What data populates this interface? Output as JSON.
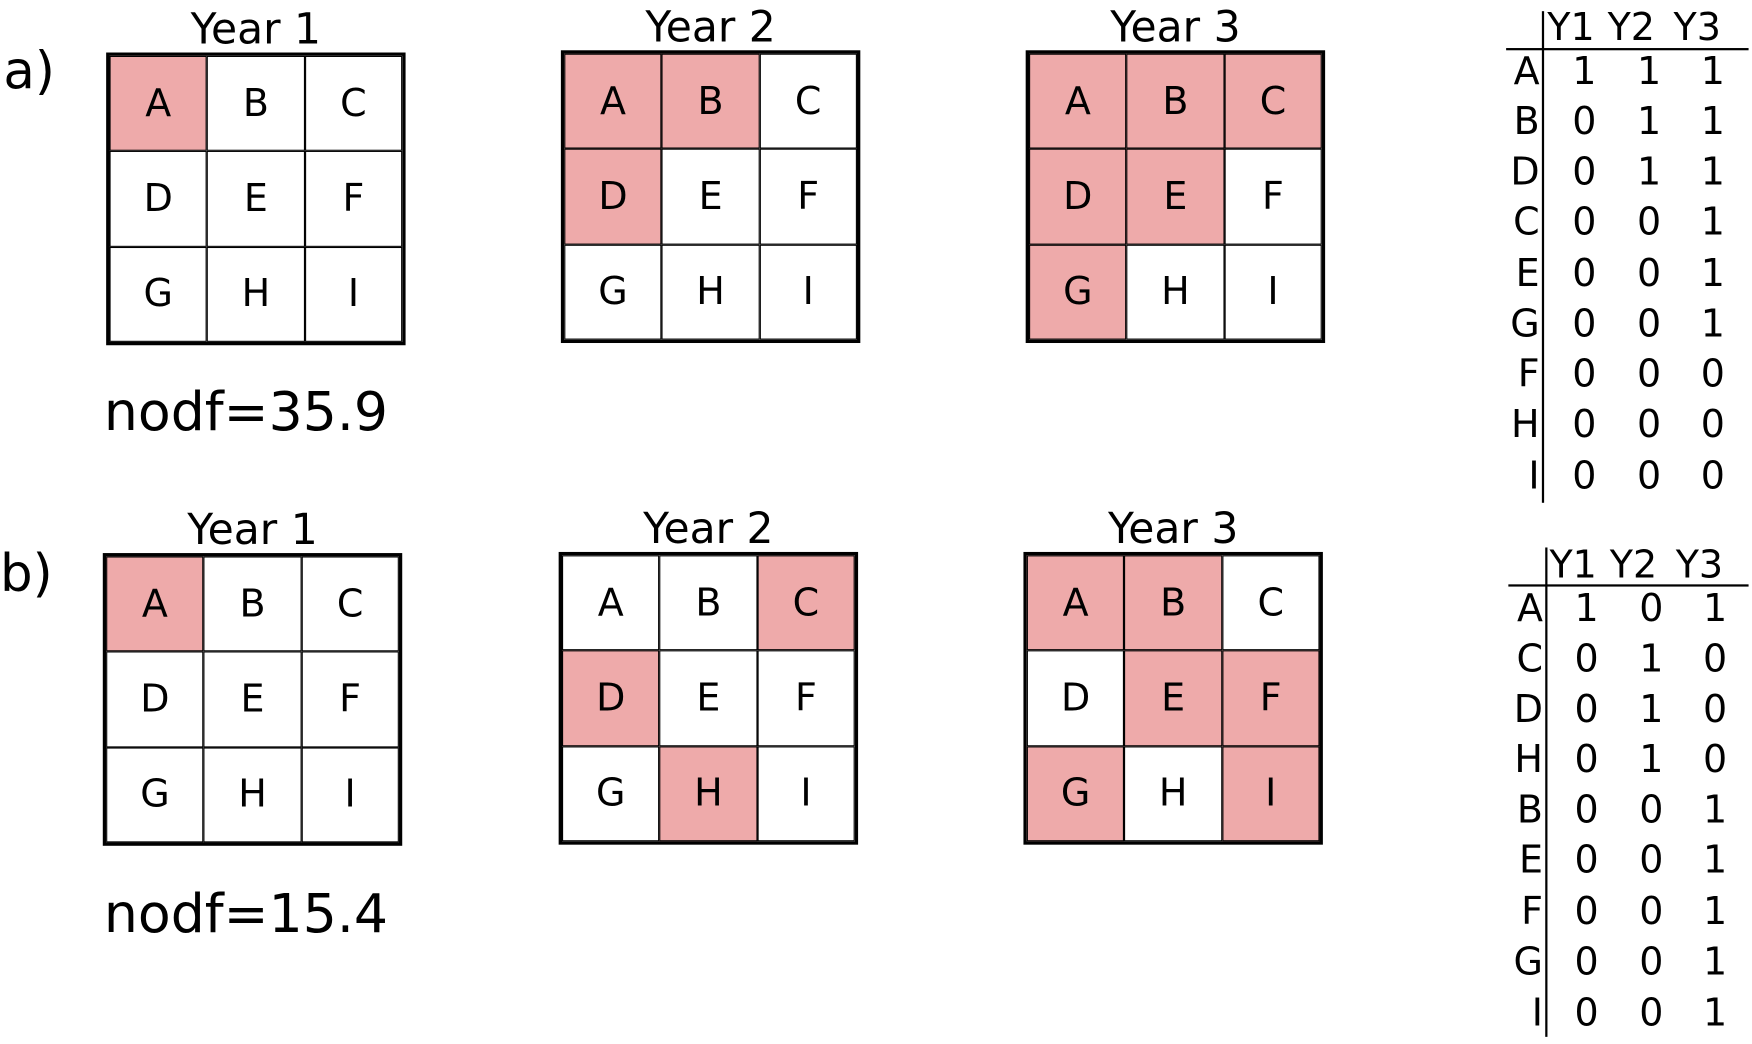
{
  "panels": [
    {
      "label": "a)",
      "nodf": "nodf=35.9",
      "letters": [
        "A",
        "B",
        "C",
        "D",
        "E",
        "F",
        "G",
        "H",
        "I"
      ],
      "grids": [
        {
          "title": "Year 1",
          "filled": [
            "A"
          ]
        },
        {
          "title": "Year 2",
          "filled": [
            "A",
            "B",
            "D"
          ]
        },
        {
          "title": "Year 3",
          "filled": [
            "A",
            "B",
            "C",
            "D",
            "E",
            "G"
          ]
        }
      ],
      "table": {
        "headers": [
          "Y1",
          "Y2",
          "Y3"
        ],
        "rows": [
          [
            "A",
            "1",
            "1",
            "1"
          ],
          [
            "B",
            "0",
            "1",
            "1"
          ],
          [
            "D",
            "0",
            "1",
            "1"
          ],
          [
            "C",
            "0",
            "0",
            "1"
          ],
          [
            "E",
            "0",
            "0",
            "1"
          ],
          [
            "G",
            "0",
            "0",
            "1"
          ],
          [
            "F",
            "0",
            "0",
            "0"
          ],
          [
            "H",
            "0",
            "0",
            "0"
          ],
          [
            "I",
            "0",
            "0",
            "0"
          ]
        ]
      }
    },
    {
      "label": "b)",
      "nodf": "nodf=15.4",
      "letters": [
        "A",
        "B",
        "C",
        "D",
        "E",
        "F",
        "G",
        "H",
        "I"
      ],
      "grids": [
        {
          "title": "Year 1",
          "filled": [
            "A"
          ]
        },
        {
          "title": "Year 2",
          "filled": [
            "C",
            "D",
            "H"
          ]
        },
        {
          "title": "Year 3",
          "filled": [
            "A",
            "B",
            "E",
            "F",
            "G",
            "I"
          ]
        }
      ],
      "table": {
        "headers": [
          "Y1",
          "Y2",
          "Y3"
        ],
        "rows": [
          [
            "A",
            "1",
            "0",
            "1"
          ],
          [
            "C",
            "0",
            "1",
            "0"
          ],
          [
            "D",
            "0",
            "1",
            "0"
          ],
          [
            "H",
            "0",
            "1",
            "0"
          ],
          [
            "B",
            "0",
            "0",
            "1"
          ],
          [
            "E",
            "0",
            "0",
            "1"
          ],
          [
            "F",
            "0",
            "0",
            "1"
          ],
          [
            "G",
            "0",
            "0",
            "1"
          ],
          [
            "I",
            "0",
            "0",
            "1"
          ]
        ]
      }
    }
  ],
  "colors": {
    "filled": "#eeaaaa",
    "empty": "#ffffff"
  }
}
